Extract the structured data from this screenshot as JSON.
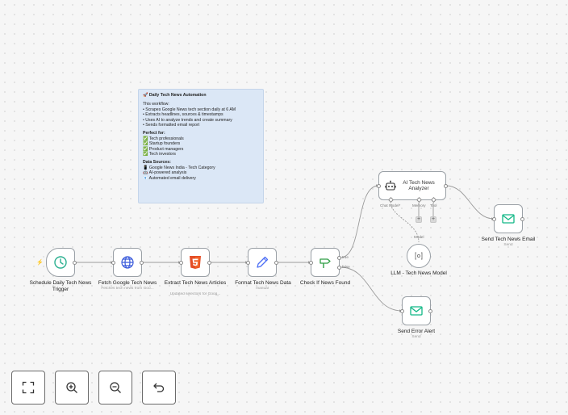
{
  "sticky": {
    "title": "🚀 Daily Tech News Automation",
    "intro": "This workflow:",
    "bullets": [
      "• Scrapes Google News tech section daily at 6 AM",
      "• Extracts headlines, sources & timestamps",
      "• Uses AI to analyze trends and create summary",
      "• Sends formatted email report"
    ],
    "perfect_heading": "Perfect for:",
    "perfect": [
      "✅ Tech professionals",
      "✅ Startup founders",
      "✅ Product managers",
      "✅ Tech investors"
    ],
    "sources_heading": "Data Sources:",
    "sources": [
      "📱 Google News India - Tech Category",
      "🤖 AI-powered analysis",
      "📧 Automated email delivery"
    ]
  },
  "nodes": {
    "schedule": {
      "name": "Schedule Daily Tech News Trigger",
      "icon": "clock-icon"
    },
    "fetch": {
      "name": "Fetch Google Tech News",
      "sub": "Fetches tech news from Goo...",
      "icon": "globe-icon"
    },
    "extract": {
      "name": "Extract Tech News Articles",
      "sub": "Updated selectors for Goog...",
      "icon": "html5-icon"
    },
    "format": {
      "name": "Format Tech News Data",
      "sub": "manual",
      "icon": "pencil-icon"
    },
    "check": {
      "name": "Check If News Found",
      "icon": "signpost-icon",
      "true_label": "true",
      "false_label": "false"
    },
    "ai": {
      "name": "AI Tech News Analyzer",
      "icon": "robot-icon",
      "ports": [
        "Chat Model*",
        "Memory",
        "Tool"
      ]
    },
    "llm": {
      "name": "LLM - Tech News Model",
      "icon": "llm-icon",
      "edge_label": "Model"
    },
    "email": {
      "name": "Send Tech News Email",
      "sub": "Send",
      "icon": "email-icon"
    },
    "error": {
      "name": "Send Error Alert",
      "sub": "Send",
      "icon": "email-icon"
    }
  },
  "controls": [
    "fit-view-icon",
    "zoom-in-icon",
    "zoom-out-icon",
    "undo-icon"
  ],
  "colors": {
    "accent": "#2bb090",
    "sticky": "#dbe7f6",
    "bolt": "#e85a5a",
    "html5": "#e44d26"
  }
}
